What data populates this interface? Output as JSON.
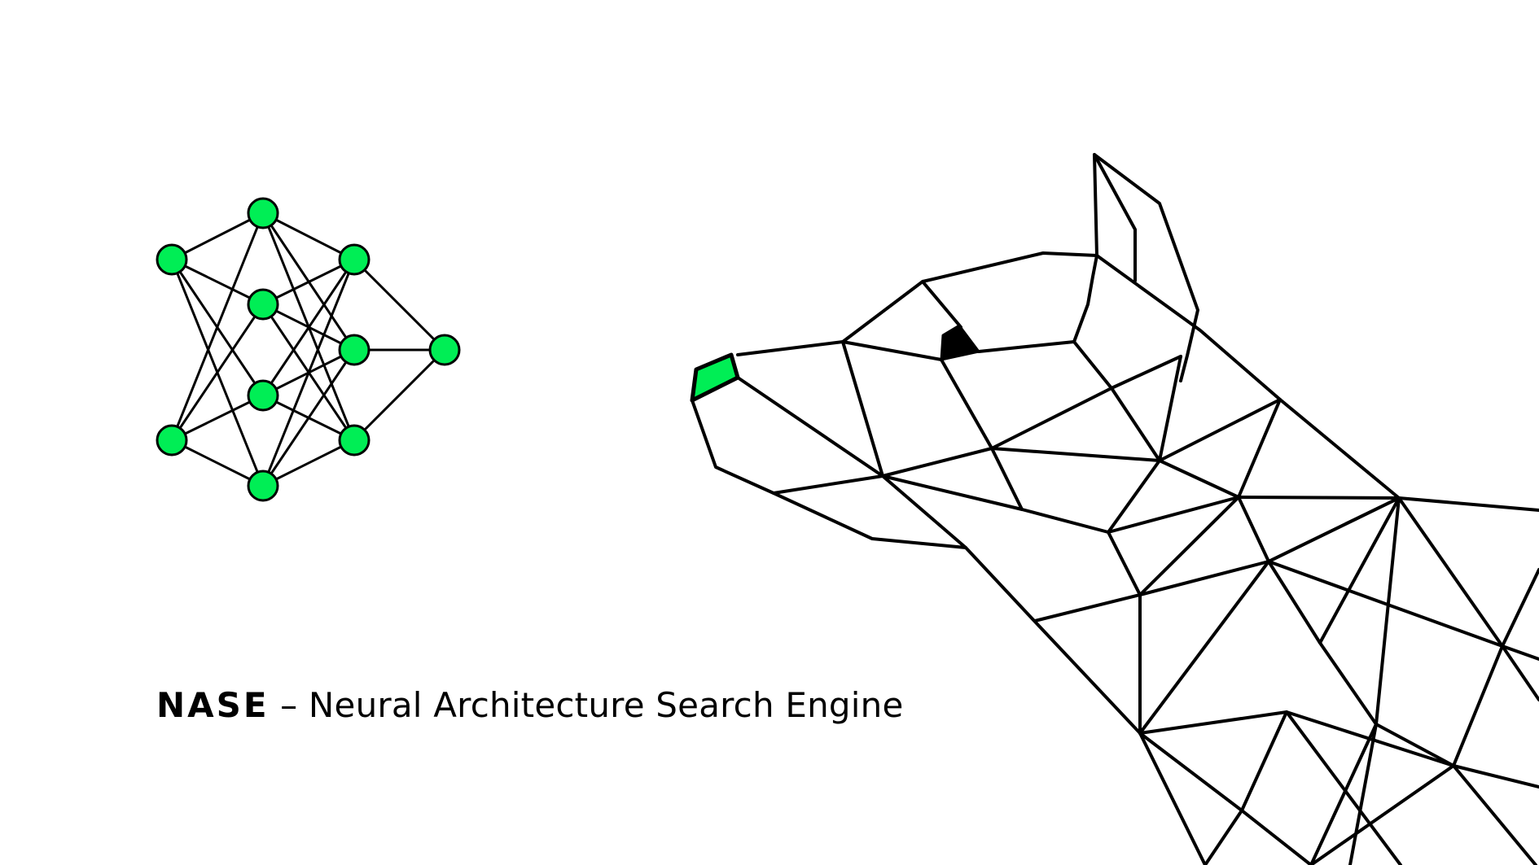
{
  "caption": {
    "acronym": "NASE",
    "dash": " – ",
    "full_name": "Neural Architecture Search Engine"
  },
  "colors": {
    "accent": "#00EE55",
    "line": "#000000",
    "background": "#FFFFFF"
  },
  "icons": {
    "network": "neural-network-icon",
    "dog": "polygonal-dog-head-illustration"
  }
}
